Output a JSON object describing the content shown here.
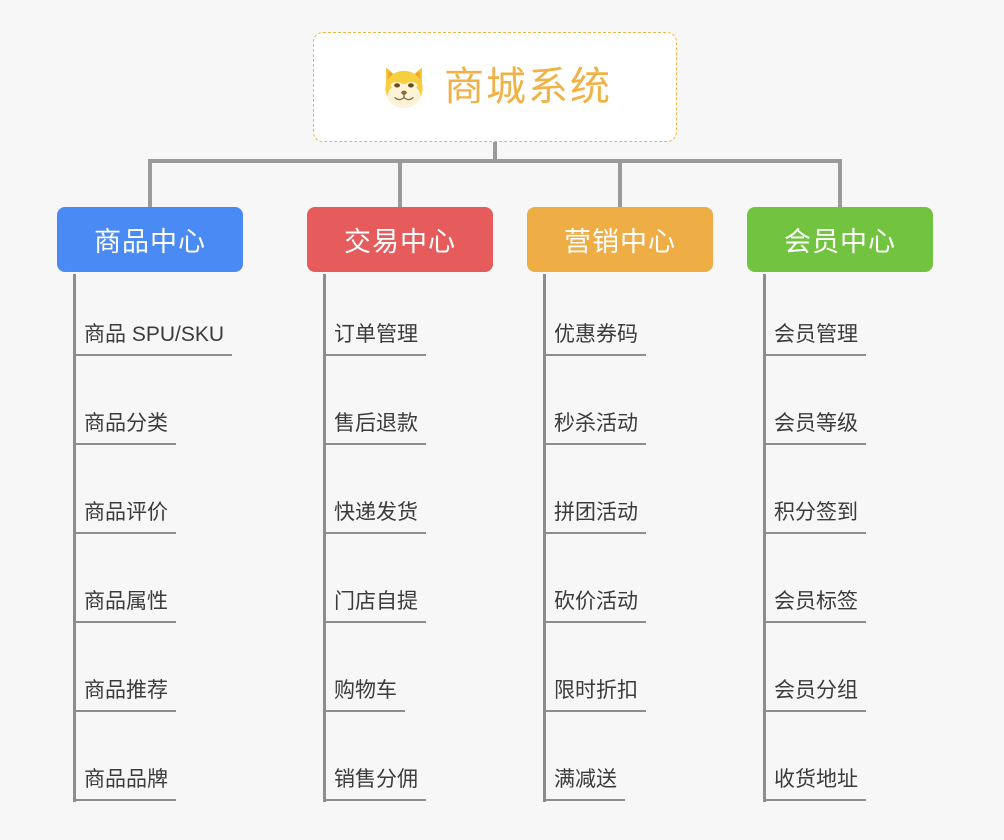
{
  "diagram": {
    "type": "org-chart",
    "background_color": "#f7f7f7",
    "connector_color": "#9a9a9a",
    "root": {
      "title": "商城系统",
      "icon": "shiba-inu-dog-face-emoji",
      "text_color": "#f0b246",
      "border_color": "#f0b53f",
      "border_style": "dashed",
      "background_color": "#ffffff"
    },
    "branches": [
      {
        "label": "商品中心",
        "color": "#4a8af4",
        "items": [
          "商品 SPU/SKU",
          "商品分类",
          "商品评价",
          "商品属性",
          "商品推荐",
          "商品品牌"
        ]
      },
      {
        "label": "交易中心",
        "color": "#e65c5c",
        "items": [
          "订单管理",
          "售后退款",
          "快递发货",
          "门店自提",
          "购物车",
          "销售分佣"
        ]
      },
      {
        "label": "营销中心",
        "color": "#eead45",
        "items": [
          "优惠券码",
          "秒杀活动",
          "拼团活动",
          "砍价活动",
          "限时折扣",
          "满减送"
        ]
      },
      {
        "label": "会员中心",
        "color": "#72c440",
        "items": [
          "会员管理",
          "会员等级",
          "积分签到",
          "会员标签",
          "会员分组",
          "收货地址"
        ]
      }
    ]
  }
}
